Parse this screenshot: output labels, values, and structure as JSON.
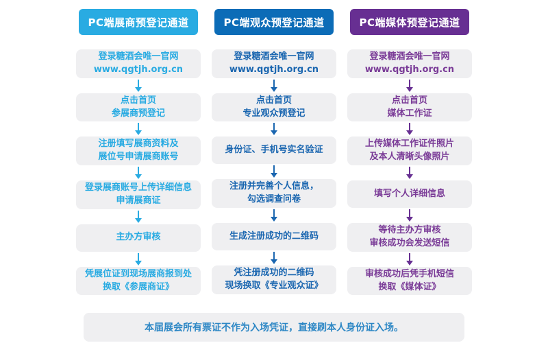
{
  "page": {
    "background": "#ffffff",
    "box_background": "#efeff1"
  },
  "columns": [
    {
      "id": "exhibitor",
      "header": "PC端展商预登记通道",
      "header_bg": "#29abe2",
      "text_color": "#29abe2",
      "steps": [
        {
          "lines": [
            "登录糖酒会唯一官网",
            "www.qgtjh.org.cn"
          ]
        },
        {
          "lines": [
            "点击首页",
            "参展商预登记"
          ]
        },
        {
          "lines": [
            "注册填写展商资料及",
            "展位号申请展商账号"
          ]
        },
        {
          "lines": [
            "登录展商账号上传详细信息",
            "申请展商证"
          ]
        },
        {
          "lines": [
            "主办方审核"
          ]
        },
        {
          "lines": [
            "凭展位证到现场展商报到处",
            "换取《参展商证》"
          ]
        }
      ]
    },
    {
      "id": "visitor",
      "header": "PC端观众预登记通道",
      "header_bg": "#0c6cb7",
      "text_color": "#1a66b0",
      "steps": [
        {
          "lines": [
            "登录糖酒会唯一官网",
            "www.qgtjh.org.cn"
          ]
        },
        {
          "lines": [
            "点击首页",
            "专业观众预登记"
          ]
        },
        {
          "lines": [
            "身份证、手机号实名验证"
          ]
        },
        {
          "lines": [
            "注册并完善个人信息，",
            "勾选调查问卷"
          ]
        },
        {
          "lines": [
            "生成注册成功的二维码"
          ]
        },
        {
          "lines": [
            "凭注册成功的二维码",
            "现场换取《专业观众证》"
          ]
        }
      ]
    },
    {
      "id": "media",
      "header": "PC端媒体预登记通道",
      "header_bg": "#672f92",
      "text_color": "#7a3b97",
      "steps": [
        {
          "lines": [
            "登录糖酒会唯一官网",
            "www.qgtjh.org.cn"
          ]
        },
        {
          "lines": [
            "点击首页",
            "媒体工作证"
          ]
        },
        {
          "lines": [
            "上传媒体工作证件照片",
            "及本人清晰头像照片"
          ]
        },
        {
          "lines": [
            "填写个人详细信息"
          ]
        },
        {
          "lines": [
            "等待主办方审核",
            "审核成功会发送短信"
          ]
        },
        {
          "lines": [
            "审核成功后凭手机短信",
            "换取《媒体证》"
          ]
        }
      ]
    }
  ],
  "footer": {
    "note": "本届展会所有票证不作为入场凭证，直接刷本人身份证入场。",
    "text_color": "#2d87c5"
  }
}
